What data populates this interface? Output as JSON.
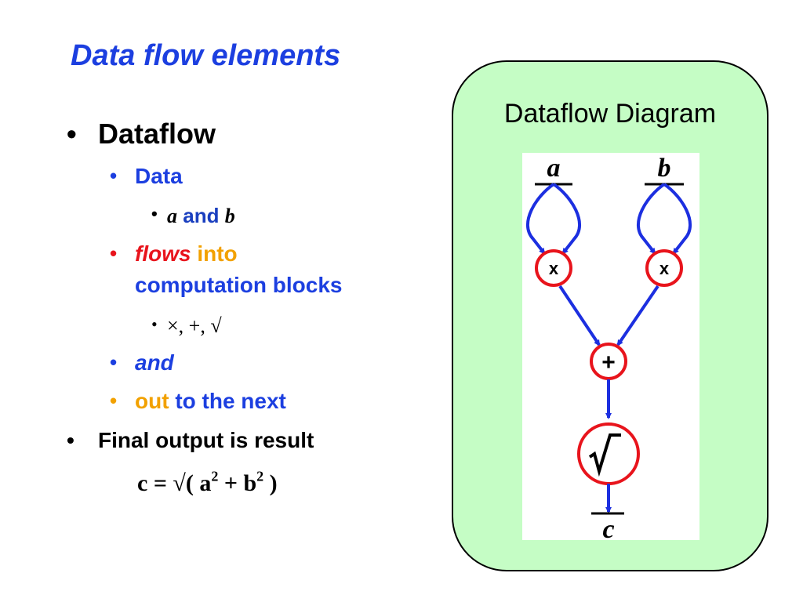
{
  "slide": {
    "title": "Data flow elements",
    "bullets": {
      "dataflow": "Dataflow",
      "data": "Data",
      "a": "a",
      "and_word": "and",
      "b": "b",
      "flows": "flows",
      "into": "into",
      "computation_blocks": "computation blocks",
      "ops": "×, +, √",
      "and_italic": "and",
      "out": "out",
      "to_the_next": "to the next",
      "final_output": "Final output is result"
    },
    "formula": {
      "prefix": "c = √( a",
      "exp1": "2",
      "mid": " + b",
      "exp2": "2",
      "suffix": " )"
    },
    "bullet_glyph": "•"
  },
  "panel": {
    "title": "Dataflow Diagram",
    "diagram": {
      "input_a": "a",
      "input_b": "b",
      "mult_left": "x",
      "mult_right": "x",
      "add": "+",
      "output_c": "c",
      "colors": {
        "arrow": "#1c2fe0",
        "node_border": "#e8141c",
        "node_fill": "#ffffff"
      }
    }
  },
  "colors": {
    "title": "#1c3fe0",
    "panel_bg": "#c5fdc5",
    "red": "#e8141c",
    "orange": "#f2a100"
  }
}
